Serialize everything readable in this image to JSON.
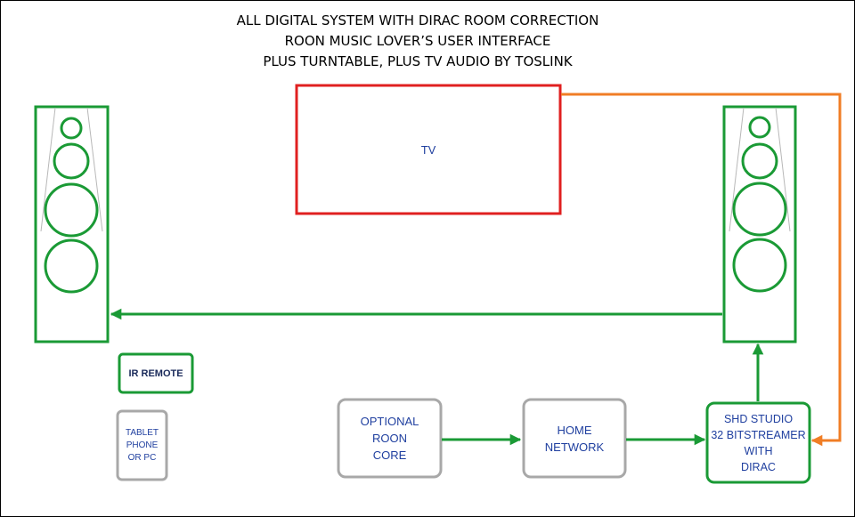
{
  "title_lines": [
    "ALL DIGITAL SYSTEM WITH DIRAC ROOM CORRECTION",
    "ROON MUSIC LOVER’S USER INTERFACE",
    "PLUS TURNTABLE, PLUS TV AUDIO BY TOSLINK"
  ],
  "labels": {
    "tv": "TV",
    "ir_remote": "IR REMOTE",
    "tablet": "TABLET\nPHONE\nOR PC",
    "roon_core": "OPTIONAL\nROON\nCORE",
    "home_network": "HOME\nNETWORK",
    "streamer": "SHD STUDIO\n32 BITSTREAMER\nWITH\nDIRAC"
  },
  "colors": {
    "green": "#1a9a35",
    "red": "#e02020",
    "orange": "#f07d25",
    "gray": "#a8a8a8",
    "text_blue": "#1f3f9f",
    "ir_text": "#1a2a5a"
  }
}
